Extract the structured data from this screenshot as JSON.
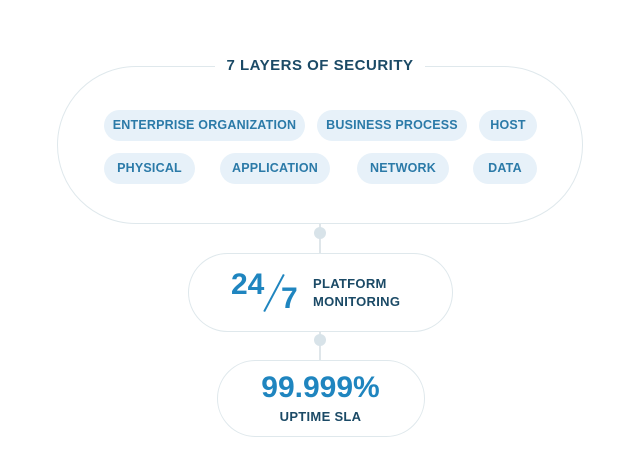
{
  "security": {
    "title": "7 LAYERS OF SECURITY",
    "layers": [
      "ENTERPRISE ORGANIZATION",
      "BUSINESS PROCESS",
      "HOST",
      "PHYSICAL",
      "APPLICATION",
      "NETWORK",
      "DATA"
    ]
  },
  "monitoring": {
    "num_a": "24",
    "num_b": "7",
    "label_1": "PLATFORM",
    "label_2": "MONITORING"
  },
  "sla": {
    "value": "99.999%",
    "label": "UPTIME SLA"
  },
  "colors": {
    "accent": "#1f85bf",
    "heading": "#1b4a66",
    "tag_bg": "#e7f1f9",
    "border": "#dfe8ec"
  }
}
